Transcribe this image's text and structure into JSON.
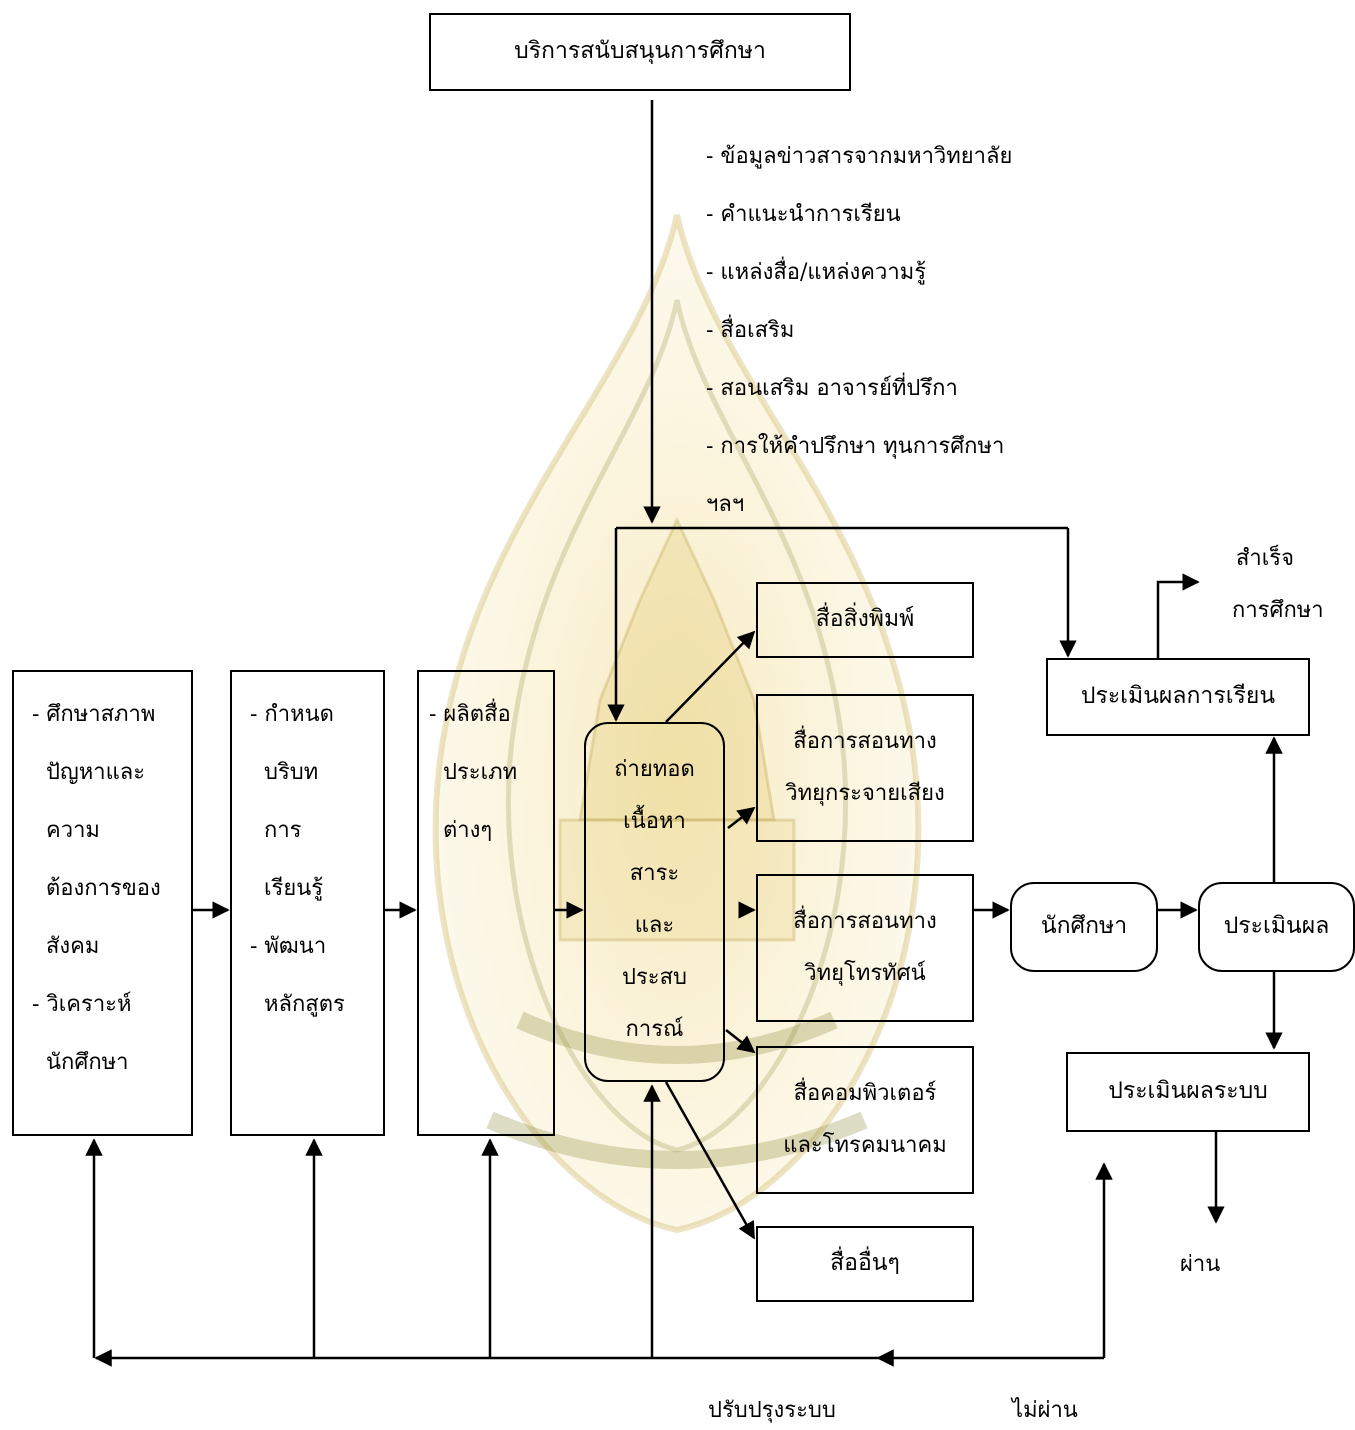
{
  "top_box": "บริการสนับสนุนการศึกษา",
  "support_items": [
    "- ข้อมูลข่าวสารจากมหาวิทยาลัย",
    "- คำแนะนำการเรียน",
    "- แหล่งสื่อ/แหล่งความรู้",
    "- สื่อเสริม",
    "- สอนเสริม อาจารย์ที่ปรึกา",
    "- การให้คำปรึกษา ทุนการศึกษา",
    "ฯลฯ"
  ],
  "box1": [
    "- ศึกษาสภาพ",
    "ปัญหาและ",
    "ความ",
    "ต้องการของ",
    "สังคม",
    "- วิเคราะห์",
    "นักศึกษา"
  ],
  "box2": [
    "- กำหนด",
    "บริบท",
    "การ",
    "เรียนรู้",
    "- พัฒนา",
    "หลักสูตร"
  ],
  "box3": [
    "- ผลิตสื่อ",
    "ประเภท",
    "ต่างๆ"
  ],
  "transfer_box": [
    "ถ่ายทอด",
    "เนื้อหา",
    "สาระ",
    "และ",
    "ประสบ",
    "การณ์"
  ],
  "media": {
    "print": "สื่อสิ่งพิมพ์",
    "radio": [
      "สื่อการสอนทาง",
      "วิทยุกระจายเสียง"
    ],
    "tv": [
      "สื่อการสอนทาง",
      "วิทยุโทรทัศน์"
    ],
    "computer": [
      "สื่อคอมพิวเตอร์",
      "และโทรคมนาคม"
    ],
    "other": "สื่ออื่นๆ"
  },
  "student": "นักศึกษา",
  "evaluation": "ประเมินผล",
  "learning_eval": "ประเมินผลการเรียน",
  "system_eval": "ประเมินผลระบบ",
  "graduate": [
    "สำเร็จ",
    "การศึกษา"
  ],
  "pass": "ผ่าน",
  "fail": "ไม่ผ่าน",
  "improve": "ปรับปรุงระบบ"
}
